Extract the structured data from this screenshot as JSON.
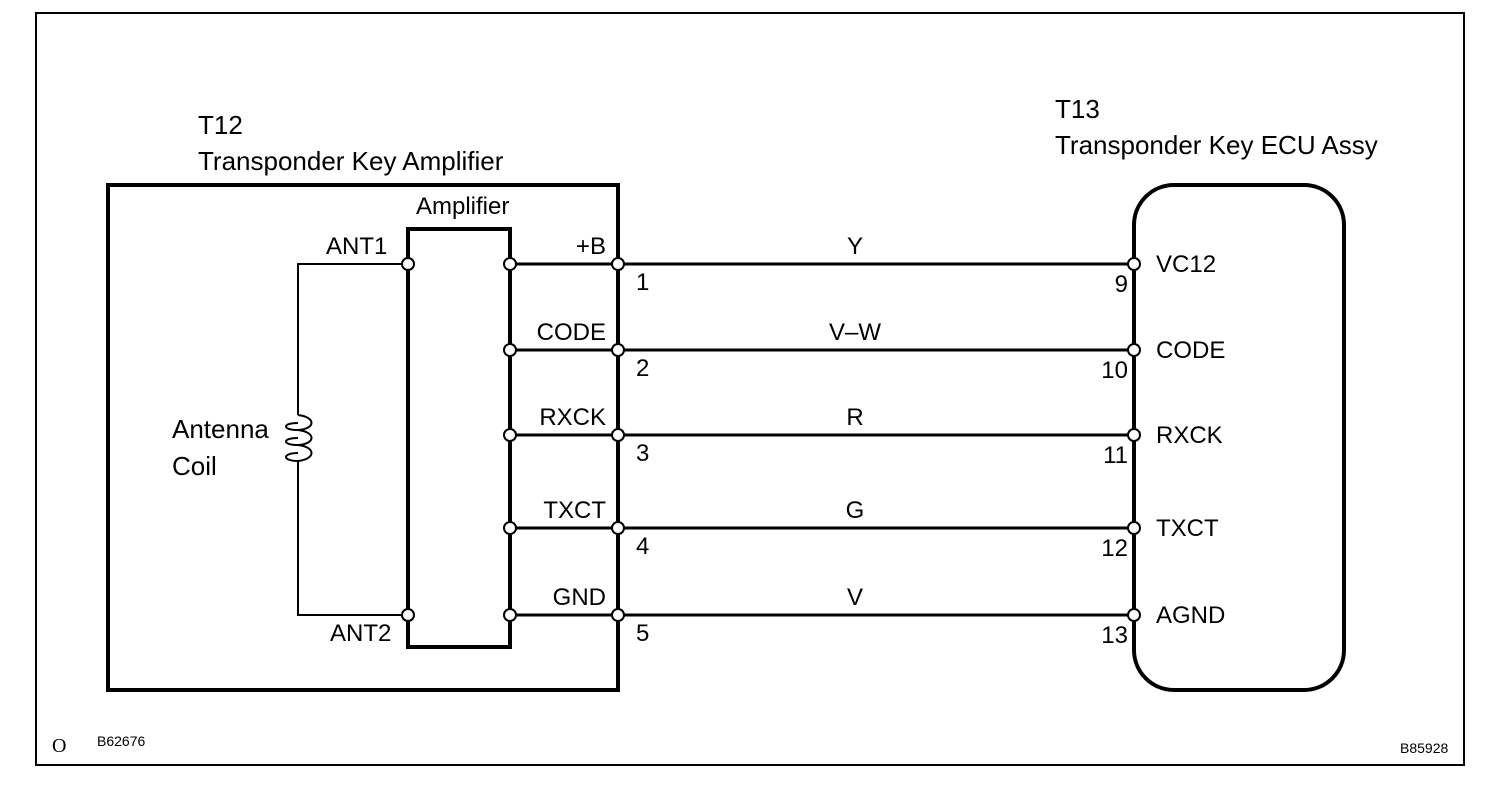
{
  "amplifier_module": {
    "code": "T12",
    "name": "Transponder Key Amplifier",
    "inner_block_label": "Amplifier",
    "antenna_label_line1": "Antenna",
    "antenna_label_line2": "Coil",
    "ant1": "ANT1",
    "ant2": "ANT2"
  },
  "ecu_module": {
    "code": "T13",
    "name": "Transponder Key ECU Assy"
  },
  "connections": [
    {
      "amp_signal": "+B",
      "amp_pin": "1",
      "wire_color": "Y",
      "ecu_pin": "9",
      "ecu_signal": "VC12"
    },
    {
      "amp_signal": "CODE",
      "amp_pin": "2",
      "wire_color": "V–W",
      "ecu_pin": "10",
      "ecu_signal": "CODE"
    },
    {
      "amp_signal": "RXCK",
      "amp_pin": "3",
      "wire_color": "R",
      "ecu_pin": "11",
      "ecu_signal": "RXCK"
    },
    {
      "amp_signal": "TXCT",
      "amp_pin": "4",
      "wire_color": "G",
      "ecu_pin": "12",
      "ecu_signal": "TXCT"
    },
    {
      "amp_signal": "GND",
      "amp_pin": "5",
      "wire_color": "V",
      "ecu_pin": "13",
      "ecu_signal": "AGND"
    }
  ],
  "footer": {
    "left_mark": "O",
    "left_code": "B62676",
    "right_code": "B85928"
  }
}
